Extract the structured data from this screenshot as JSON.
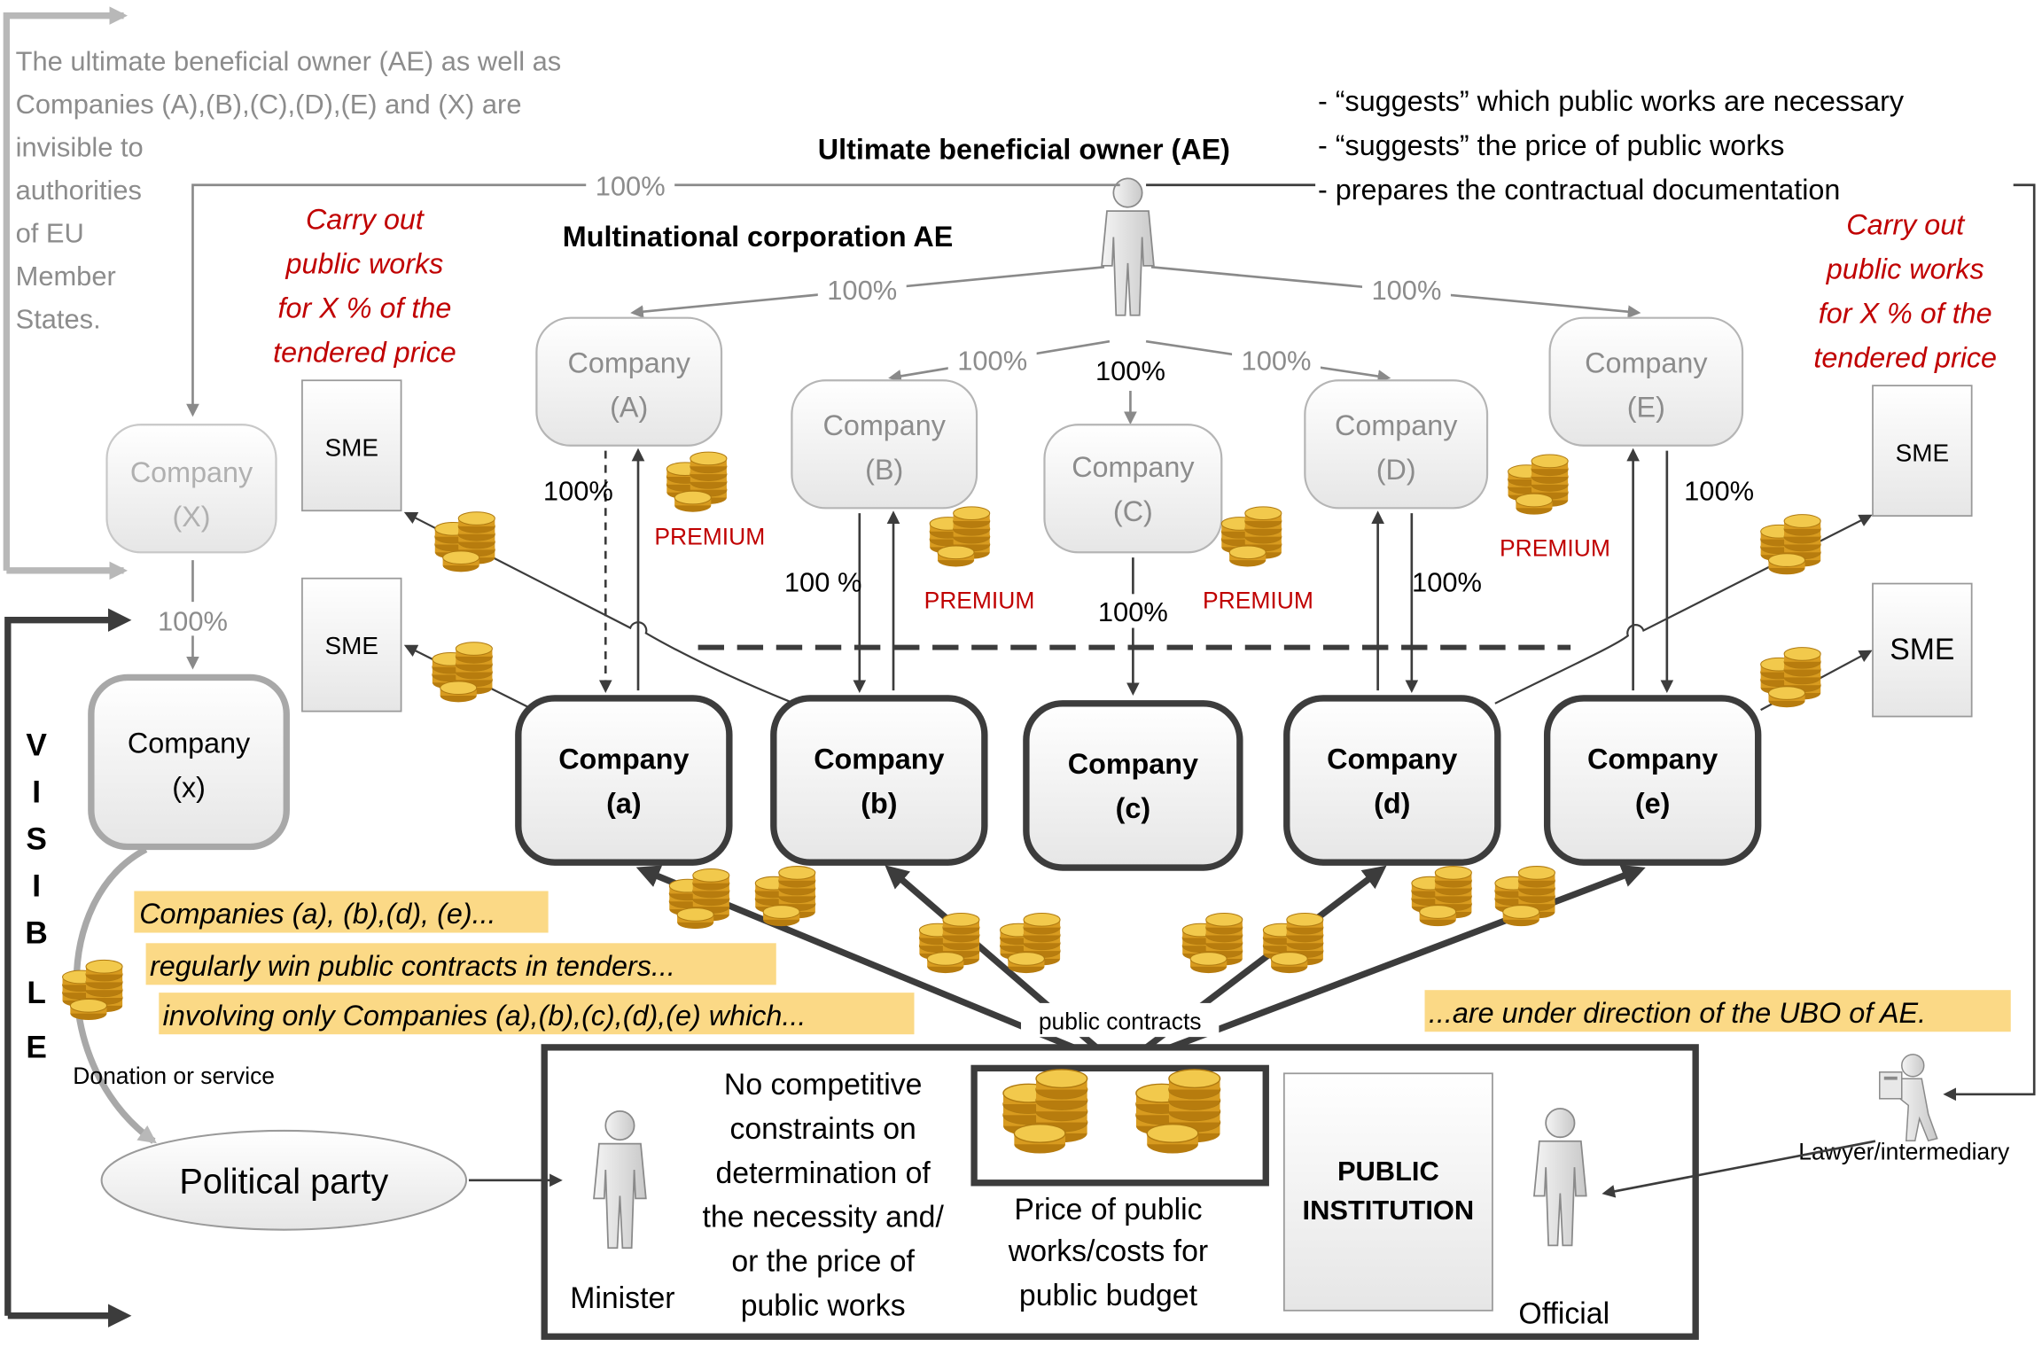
{
  "header": {
    "invisible_note": [
      "The ultimate beneficial owner (AE) as well as",
      "Companies (A),(B),(C),(D),(E) and (X) are",
      "invisible to",
      "authorities",
      "of EU",
      "Member",
      "States."
    ],
    "ubo_title": "Ultimate beneficial owner (AE)",
    "multinational": "Multinational corporation AE",
    "ubo_actions": [
      "- “suggests” which public works are necessary",
      "- “suggests” the price of public works",
      "- prepares the contractual documentation"
    ]
  },
  "ownership": {
    "top_left": "100%",
    "to_a": "100%",
    "to_b": "100%",
    "to_c": "100%",
    "to_d": "100%",
    "to_e": "100%",
    "a_down": "100%",
    "b_down": "100 %",
    "c_down": "100%",
    "d_down": "100%",
    "e_down": "100%",
    "x_down": "100%"
  },
  "hidden_companies": {
    "A": [
      "Company",
      "(A)"
    ],
    "B": [
      "Company",
      "(B)"
    ],
    "C": [
      "Company",
      "(C)"
    ],
    "D": [
      "Company",
      "(D)"
    ],
    "E": [
      "Company",
      "(E)"
    ],
    "X": [
      "Company",
      "(X)"
    ]
  },
  "visible_companies": {
    "a": [
      "Company",
      "(a)"
    ],
    "b": [
      "Company",
      "(b)"
    ],
    "c": [
      "Company",
      "(c)"
    ],
    "d": [
      "Company",
      "(d)"
    ],
    "e": [
      "Company",
      "(e)"
    ],
    "x": [
      "Company",
      "(x)"
    ]
  },
  "premium": "PREMIUM",
  "sme": "SME",
  "carry_out": [
    "Carry out",
    "public works",
    "for X % of the",
    "tendered price"
  ],
  "visible_label": [
    "V",
    "I",
    "S",
    "I",
    "B",
    "L",
    "E"
  ],
  "highlights": [
    "Companies (a), (b),(d), (e)...",
    "regularly win public contracts in tenders...",
    "involving only Companies (a),(b),(c),(d),(e) which...",
    "...are under direction of the UBO of AE."
  ],
  "public_contracts": "public contracts",
  "donation": "Donation or service",
  "political_party": "Political party",
  "institution": {
    "minister": "Minister",
    "no_competitive": [
      "No competitive",
      "constraints on",
      "determination of",
      "the necessity and/",
      "or the price of",
      "public works"
    ],
    "price": [
      "Price of public",
      "works/costs for",
      "public budget"
    ],
    "public_institution": [
      "PUBLIC",
      "INSTITUTION"
    ],
    "official": "Official"
  },
  "lawyer": "Lawyer/intermediary",
  "colors": {
    "dark": "#3c3c3c",
    "gray_text": "#8c8c8c",
    "light_arrow": "#b8b8b8",
    "red": "#c00000",
    "highlight": "#fbd986",
    "gold": "#e0a92a"
  }
}
